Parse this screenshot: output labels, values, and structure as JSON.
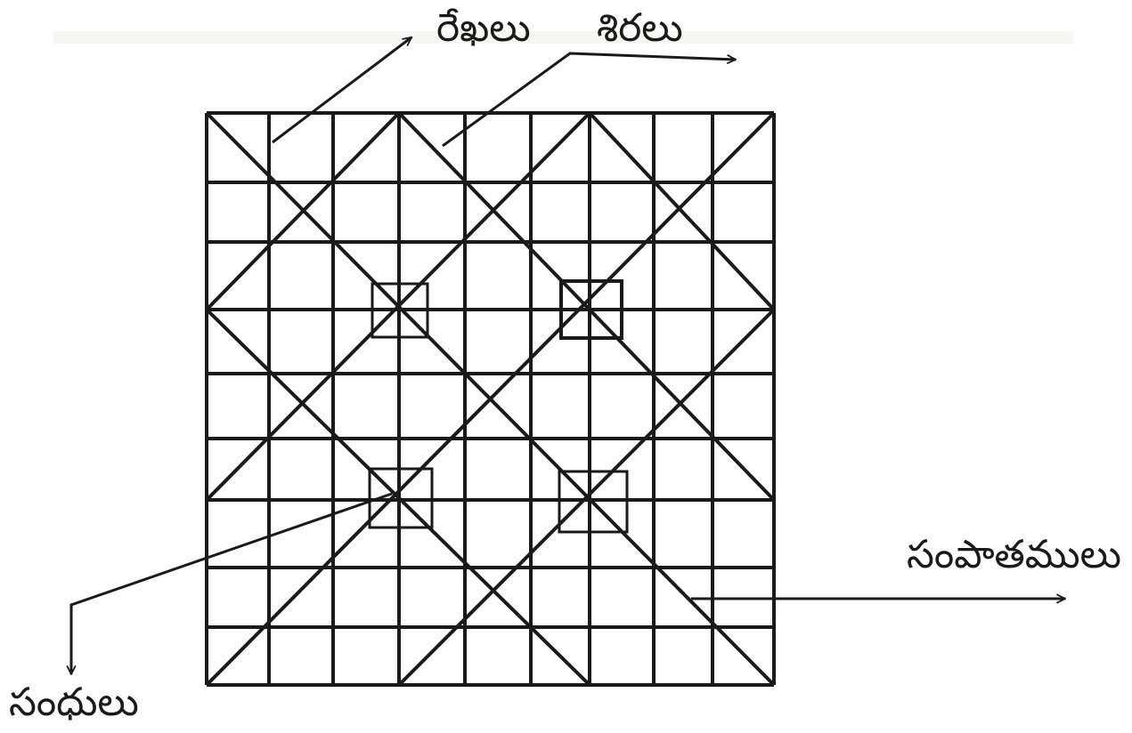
{
  "labels": {
    "lines": "రేఖలు",
    "vertices": "శిరలు",
    "intersections": "సంపాతములు",
    "joints": "సంధులు"
  },
  "colors": {
    "stroke": "#1a1a1a",
    "background": "#ffffff"
  }
}
